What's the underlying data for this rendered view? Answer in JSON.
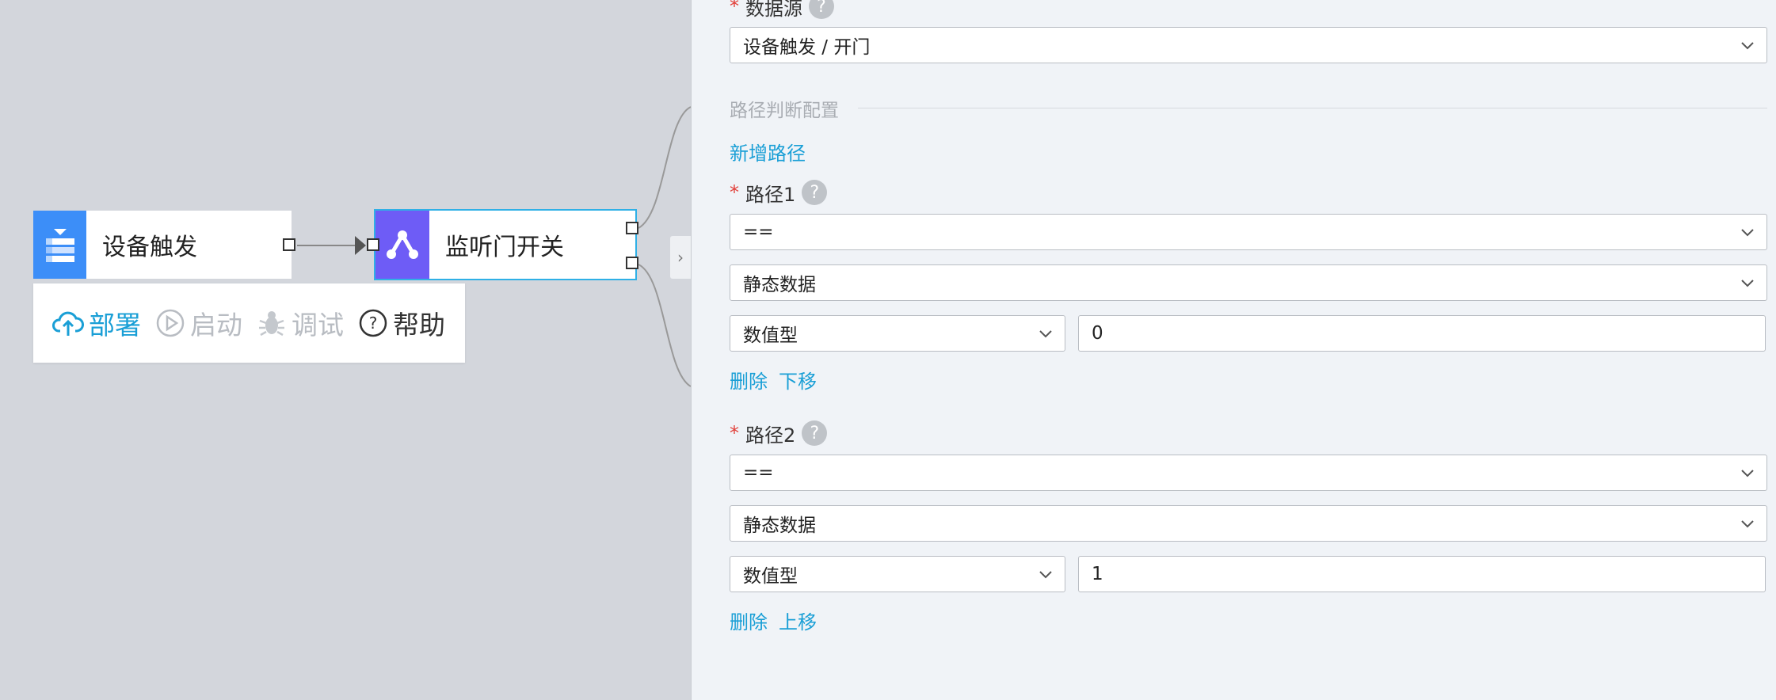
{
  "canvas": {
    "nodes": {
      "trigger_label": "设备触发",
      "listen_label": "监听门开关"
    },
    "toolbar": {
      "deploy": "部署",
      "start": "启动",
      "debug": "调试",
      "help": "帮助"
    }
  },
  "panel": {
    "datasource": {
      "label": "数据源",
      "value": "设备触发 / 开门"
    },
    "section_title": "路径判断配置",
    "add_path": "新增路径",
    "paths": [
      {
        "label": "路径1",
        "operator": "==",
        "source_type": "静态数据",
        "value_type": "数值型",
        "value": "0",
        "delete": "删除",
        "move": "下移"
      },
      {
        "label": "路径2",
        "operator": "==",
        "source_type": "静态数据",
        "value_type": "数值型",
        "value": "1",
        "delete": "删除",
        "move": "上移"
      }
    ],
    "required_mark": "*",
    "help_mark": "?"
  },
  "colors": {
    "accent": "#1a9fd6",
    "trigger_node": "#3c8ef8",
    "listen_node": "#6e5cf6",
    "required": "#e2413b"
  }
}
